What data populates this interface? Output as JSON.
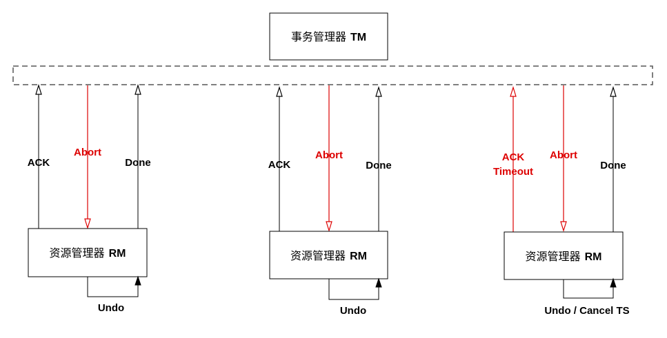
{
  "colors": {
    "black": "#000000",
    "red": "#dd0000",
    "bus": "#555555"
  },
  "tm": {
    "name": "事务管理器",
    "code": "TM"
  },
  "bus_name": "",
  "rm_groups": [
    {
      "name": "资源管理器",
      "code": "RM",
      "ack_label": "ACK",
      "ack_label_line2": "",
      "abort_label": "Abort",
      "done_label": "Done",
      "undo_label": "Undo",
      "ack_color": "black"
    },
    {
      "name": "资源管理器",
      "code": "RM",
      "ack_label": "ACK",
      "ack_label_line2": "",
      "abort_label": "Abort",
      "done_label": "Done",
      "undo_label": "Undo",
      "ack_color": "black"
    },
    {
      "name": "资源管理器",
      "code": "RM",
      "ack_label": "ACK",
      "ack_label_line2": "Timeout",
      "abort_label": "Abort",
      "done_label": "Done",
      "undo_label": "Undo / Cancel TS",
      "ack_color": "red"
    }
  ]
}
